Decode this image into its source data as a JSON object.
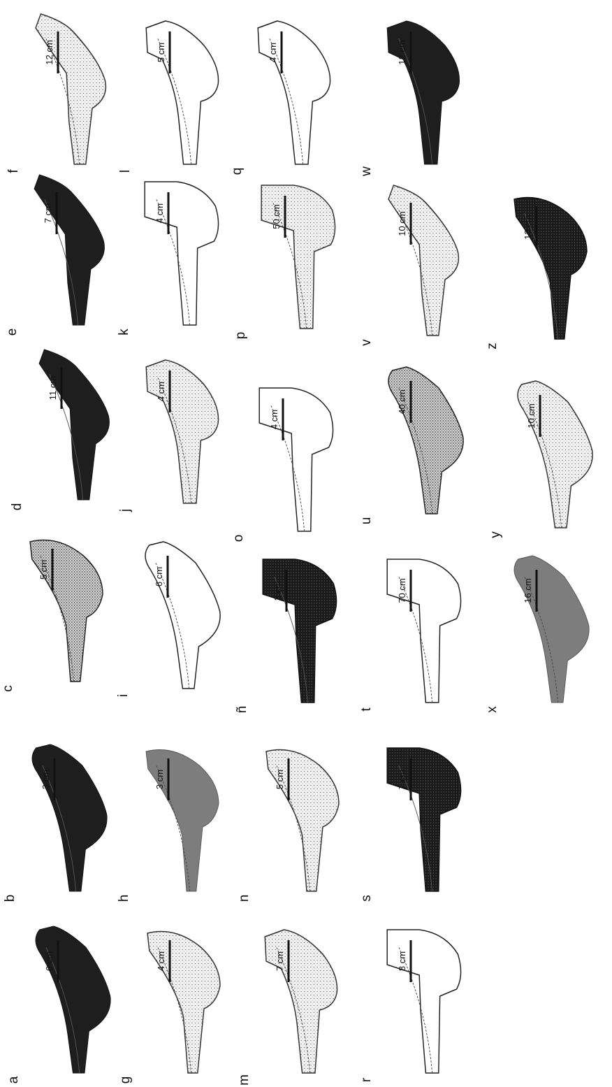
{
  "panels": [
    {
      "id": "a",
      "label": "a",
      "scale": "6 cm",
      "style": "dark"
    },
    {
      "id": "b",
      "label": "b",
      "scale": "3 cm",
      "style": "dark"
    },
    {
      "id": "c",
      "label": "c",
      "scale": "5 cm",
      "style": "dense"
    },
    {
      "id": "d",
      "label": "d",
      "scale": "11 cm",
      "style": "dark"
    },
    {
      "id": "e",
      "label": "e",
      "scale": "7 cm",
      "style": "dark"
    },
    {
      "id": "f",
      "label": "f",
      "scale": "12 cm",
      "style": "dot"
    },
    {
      "id": "g",
      "label": "g",
      "scale": "4 cm",
      "style": "dot"
    },
    {
      "id": "h",
      "label": "h",
      "scale": "3 cm",
      "style": "gray"
    },
    {
      "id": "i",
      "label": "i",
      "scale": "6 cm",
      "style": "line"
    },
    {
      "id": "j",
      "label": "j",
      "scale": "4 cm",
      "style": "dot"
    },
    {
      "id": "k",
      "label": "k",
      "scale": "4 cm",
      "style": "line"
    },
    {
      "id": "l",
      "label": "l",
      "scale": "5 cm",
      "style": "line"
    },
    {
      "id": "m",
      "label": "m",
      "scale": "7 cm",
      "style": "dot"
    },
    {
      "id": "n",
      "label": "n",
      "scale": "5 cm",
      "style": "dot"
    },
    {
      "id": "ntilde",
      "label": "ñ",
      "scale": "3 cm",
      "style": "ink"
    },
    {
      "id": "o",
      "label": "o",
      "scale": "4 cm",
      "style": "line"
    },
    {
      "id": "p",
      "label": "p",
      "scale": "50 cm",
      "style": "dot"
    },
    {
      "id": "q",
      "label": "q",
      "scale": "4 cm",
      "style": "line"
    },
    {
      "id": "r",
      "label": "r",
      "scale": "8 cm",
      "style": "line"
    },
    {
      "id": "s",
      "label": "s",
      "scale": "7 cm",
      "style": "ink"
    },
    {
      "id": "t",
      "label": "t",
      "scale": "70 cm",
      "style": "line"
    },
    {
      "id": "u",
      "label": "u",
      "scale": "40 cm",
      "style": "dense"
    },
    {
      "id": "v",
      "label": "v",
      "scale": "10 cm",
      "style": "dot"
    },
    {
      "id": "w",
      "label": "w",
      "scale": "12 cm",
      "style": "dark"
    },
    {
      "id": "x",
      "label": "x",
      "scale": "16 cm",
      "style": "gray"
    },
    {
      "id": "y",
      "label": "y",
      "scale": "10 cm",
      "style": "dot"
    },
    {
      "id": "z",
      "label": "z",
      "scale": "13 cm",
      "style": "ink"
    }
  ]
}
